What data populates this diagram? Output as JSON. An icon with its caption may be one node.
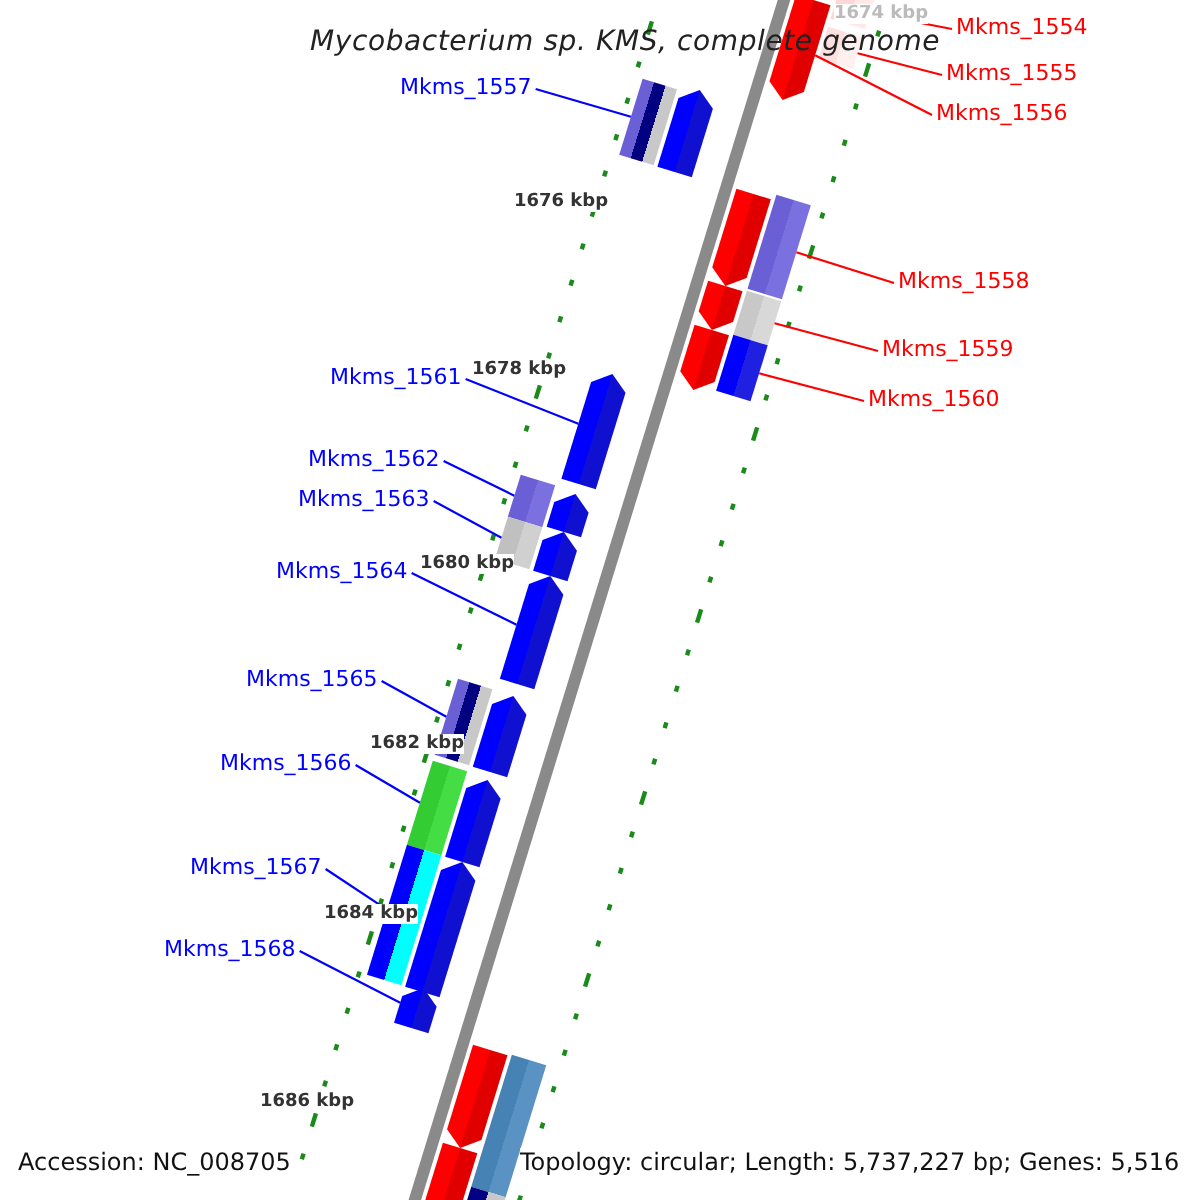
{
  "diagram": {
    "title": "Mycobacterium sp. KMS, complete genome",
    "nodes": [
      {
        "text": [
          "Mkms_1554"
        ]
      },
      {
        "text": [
          "Mkms_1555"
        ]
      },
      {
        "text": [
          "Mkms_1556"
        ]
      },
      {
        "text": [
          "Mkms_1557"
        ]
      },
      {
        "text": [
          "Mkms_1558"
        ]
      },
      {
        "text": [
          "Mkms_1559"
        ]
      },
      {
        "text": [
          "Mkms_1560"
        ]
      },
      {
        "text": [
          "Mkms_1561"
        ]
      },
      {
        "text": [
          "Mkms_1562"
        ]
      },
      {
        "text": [
          "Mkms_1563"
        ]
      },
      {
        "text": [
          "Mkms_1564"
        ]
      },
      {
        "text": [
          "Mkms_1565"
        ]
      },
      {
        "text": [
          "Mkms_1566"
        ]
      },
      {
        "text": [
          "Mkms_1567"
        ]
      },
      {
        "text": [
          "Mkms_1568"
        ]
      },
      {
        "text": [],
        "shape": "bar"
      },
      {
        "text": [],
        "shape": "bar"
      },
      {
        "text": [],
        "shape": "pentagon"
      },
      {
        "text": [],
        "shape": "bar"
      },
      {
        "text": [],
        "shape": "bar"
      },
      {
        "text": [],
        "shape": "bar"
      },
      {
        "text": [],
        "shape": "bar"
      },
      {
        "text": [],
        "shape": "pentagon"
      },
      {
        "text": [],
        "shape": "bar"
      },
      {
        "text": [],
        "shape": "bar"
      },
      {
        "text": [],
        "shape": "pentagon"
      },
      {
        "text": [],
        "shape": "bar"
      },
      {
        "text": [],
        "shape": "bar"
      },
      {
        "text": [],
        "shape": "bar"
      },
      {
        "text": [],
        "shape": "pentagon"
      },
      {
        "text": [],
        "shape": "pentagon"
      },
      {
        "text": [],
        "shape": "pentagon"
      },
      {
        "text": [],
        "shape": "pentagon"
      },
      {
        "text": [],
        "shape": "pentagon"
      },
      {
        "text": [],
        "shape": "pentagon"
      },
      {
        "text": [],
        "shape": "pentagon"
      },
      {
        "text": [],
        "shape": "pentagon"
      },
      {
        "text": [],
        "shape": "pentagon"
      },
      {
        "text": [],
        "shape": "pentagon"
      },
      {
        "text": [],
        "shape": "pentagon"
      },
      {
        "text": [],
        "shape": "pentagon"
      },
      {
        "text": [],
        "shape": "bar"
      },
      {
        "text": [],
        "shape": "bar"
      }
    ],
    "edges": [
      {
        "from": 0,
        "to": 15,
        "arrow": "none",
        "color": "#ff0000"
      },
      {
        "from": 1,
        "to": 16,
        "arrow": "none",
        "color": "#ff0000"
      },
      {
        "from": 2,
        "to": 17,
        "arrow": "none",
        "color": "#ff0000"
      },
      {
        "from": 3,
        "to": 18,
        "arrow": "none"
      },
      {
        "from": 4,
        "to": 19,
        "arrow": "none",
        "color": "#ff0000"
      },
      {
        "from": 5,
        "to": 20,
        "arrow": "none",
        "color": "#ff0000"
      },
      {
        "from": 6,
        "to": 21,
        "arrow": "none",
        "color": "#ff0000"
      },
      {
        "from": 7,
        "to": 22,
        "arrow": "none"
      },
      {
        "from": 8,
        "to": 23,
        "arrow": "none"
      },
      {
        "from": 9,
        "to": 24,
        "arrow": "none"
      },
      {
        "from": 10,
        "to": 25,
        "arrow": "none"
      },
      {
        "from": 11,
        "to": 26,
        "arrow": "none"
      },
      {
        "from": 12,
        "to": 27,
        "arrow": "none"
      },
      {
        "from": 13,
        "to": 28,
        "arrow": "none"
      },
      {
        "from": 14,
        "to": 29,
        "arrow": "none"
      }
    ],
    "labels": [
      "1674 kbp",
      "1676 kbp",
      "1678 kbp",
      "1680 kbp",
      "1682 kbp",
      "1684 kbp",
      "1686 kbp",
      "Accession: NC_008705",
      "Topology: circular; Length: 5,737,227 bp; Genes: 5,516"
    ]
  }
}
